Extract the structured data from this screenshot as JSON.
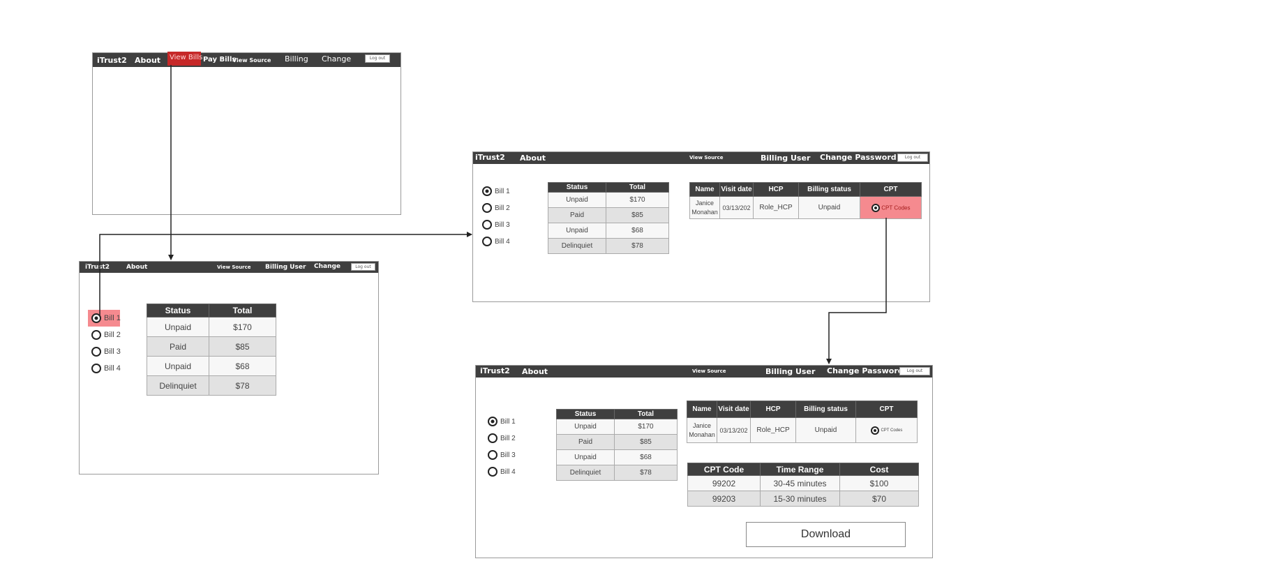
{
  "navbar_labels": {
    "brand": "iTrust2",
    "about": "About",
    "view_bills": "View Bills",
    "pay_bills": "Pay Bills",
    "view_source": "View Source",
    "billing": "Billing",
    "billing_user": "Billing User",
    "change": "Change",
    "change_password": "Change Password",
    "log_out": "Log out"
  },
  "bill_options": [
    "Bill 1",
    "Bill 2",
    "Bill 3",
    "Bill 4"
  ],
  "bills_table": {
    "headers": [
      "Status",
      "Total"
    ],
    "rows": [
      [
        "Unpaid",
        "$170"
      ],
      [
        "Paid",
        "$85"
      ],
      [
        "Unpaid",
        "$68"
      ],
      [
        "Delinquiet",
        "$78"
      ]
    ]
  },
  "detail_table": {
    "headers": [
      "Name",
      "Visit date",
      "HCP",
      "Billing status",
      "CPT"
    ],
    "row": {
      "name_line1": "Janice",
      "name_line2": "Monahan",
      "visit_date": "03/13/202",
      "hcp": "Role_HCP",
      "billing_status": "Unpaid",
      "cpt": "CPT Codes"
    }
  },
  "cpt_table": {
    "headers": [
      "CPT Code",
      "Time Range",
      "Cost"
    ],
    "rows": [
      [
        "99202",
        "30-45 minutes",
        "$100"
      ],
      [
        "99203",
        "15-30 minutes",
        "$70"
      ]
    ]
  },
  "download_label": "Download",
  "colors": {
    "navbar": "#3f3f3f",
    "highlight": "#f58a8f",
    "active_nav": "#c62828"
  }
}
